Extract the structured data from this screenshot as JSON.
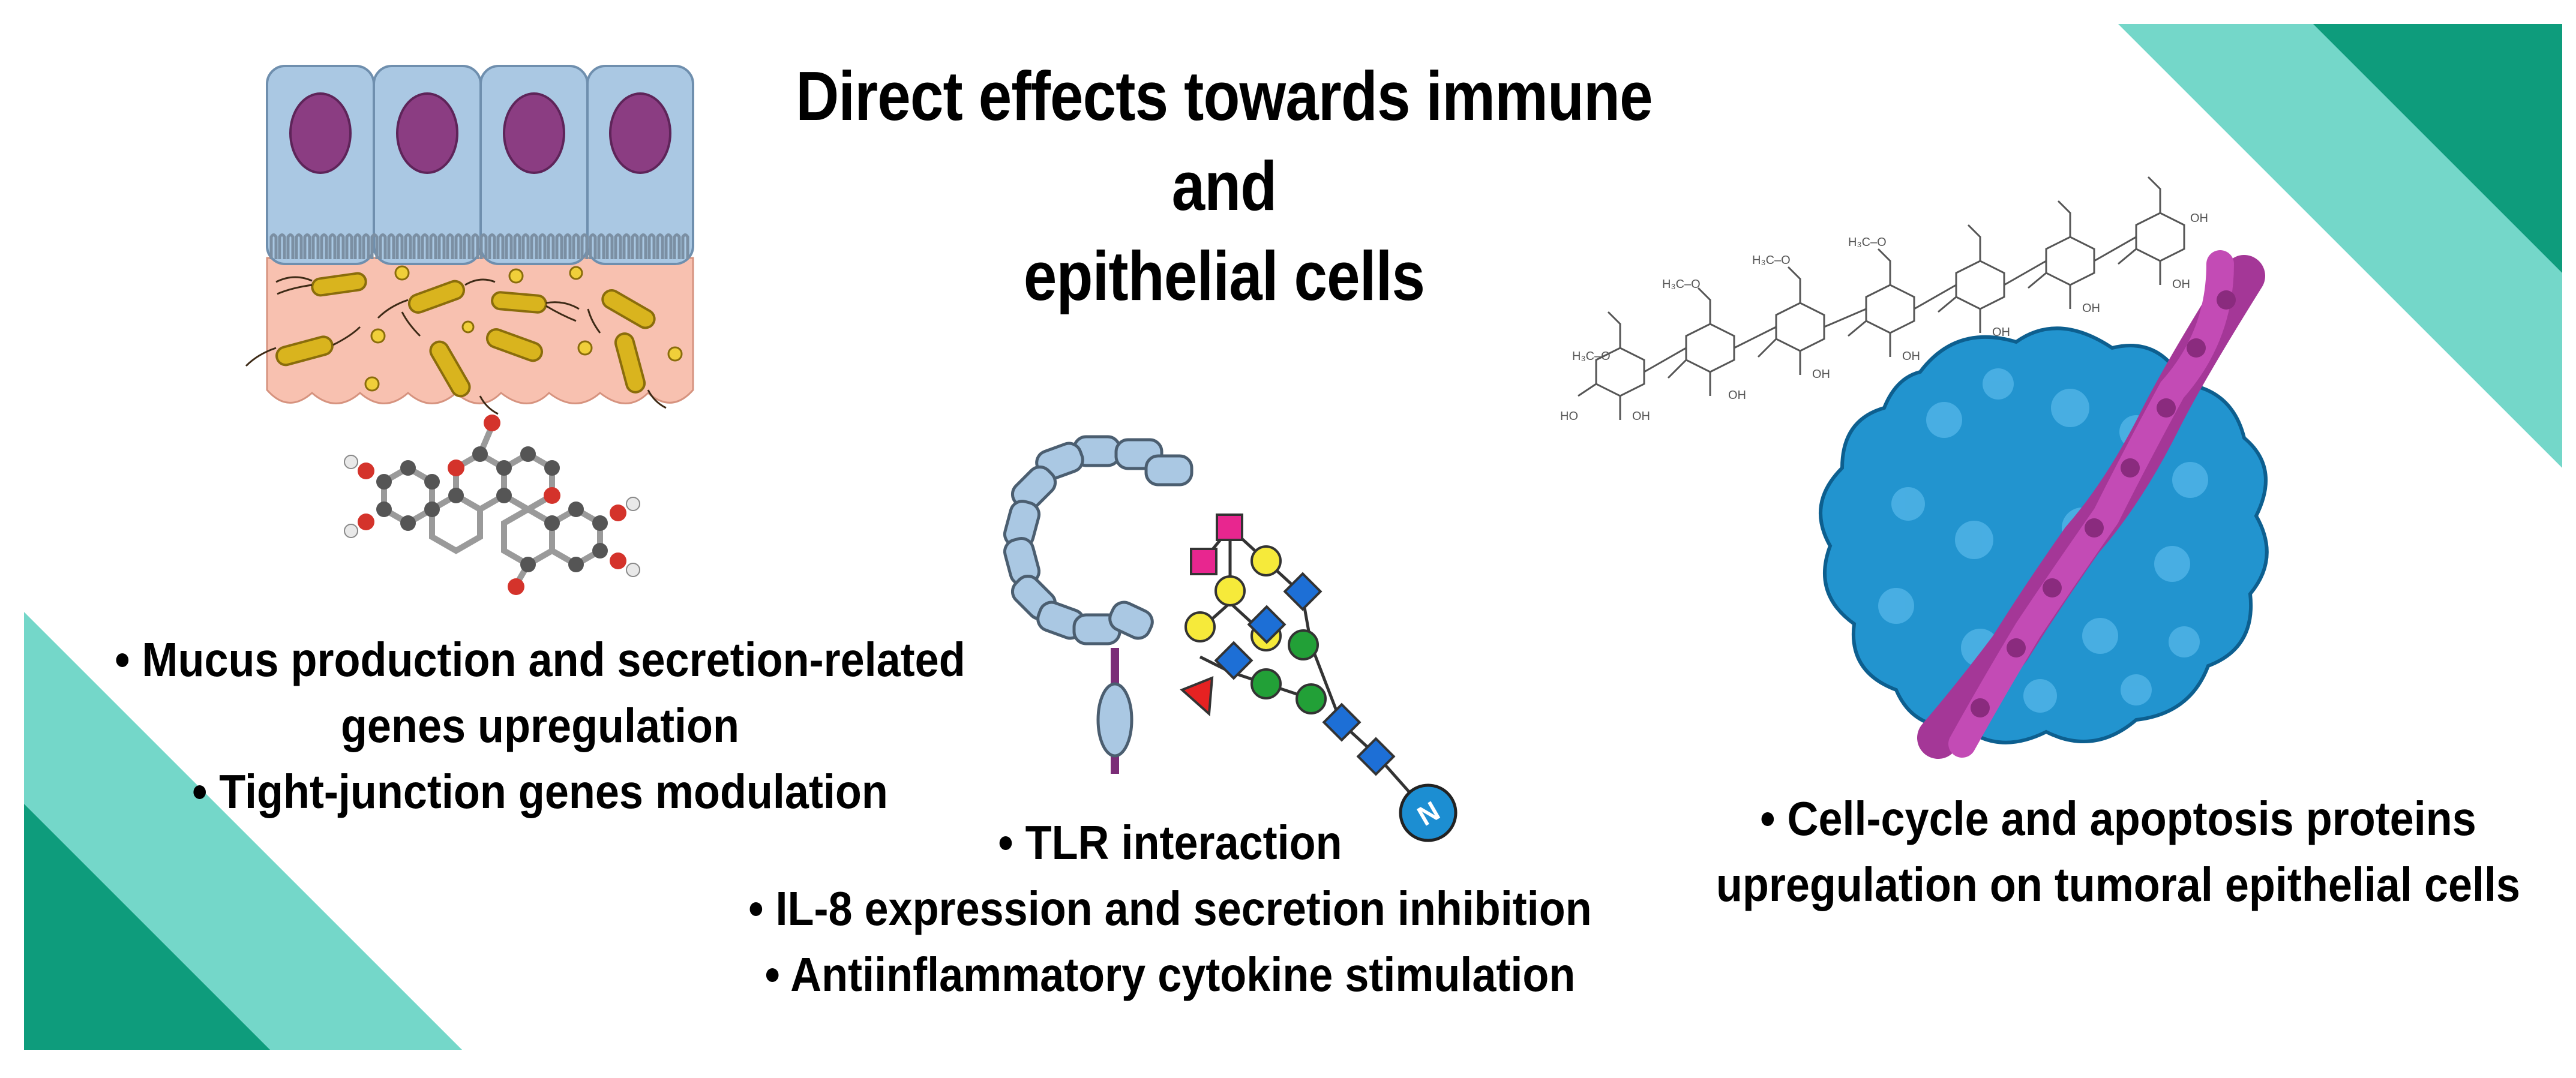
{
  "title": {
    "line1": "Direct effects towards immune and",
    "line2": "epithelial cells"
  },
  "left_panel": {
    "lines": [
      "• Mucus production and secretion-related",
      "genes upregulation",
      "• Tight-junction genes modulation"
    ]
  },
  "middle_panel": {
    "lines": [
      "• TLR interaction",
      "• IL-8 expression and secretion inhibition",
      "• Antiinflammatory cytokine stimulation"
    ],
    "glycan_terminal_label": "N"
  },
  "right_panel": {
    "lines": [
      "• Cell-cycle and apoptosis proteins",
      "upregulation on tumoral epithelial cells"
    ]
  },
  "colors": {
    "teal_light": "#74d7c9",
    "teal_dark": "#0e9c7c",
    "cell_blue": "#aac8e3",
    "nucleus": "#8b3d82",
    "mucus": "#f8c1b0",
    "bacteria": "#d9b41e",
    "protein_blue": "#2294cf",
    "dna_magenta": "#a43797"
  },
  "icons": [
    "epithelium-icon",
    "ellagic-acid-molecule-icon",
    "tlr-receptor-icon",
    "glycan-chain-icon",
    "polysaccharide-structure-icon",
    "protein-dna-complex-icon"
  ]
}
